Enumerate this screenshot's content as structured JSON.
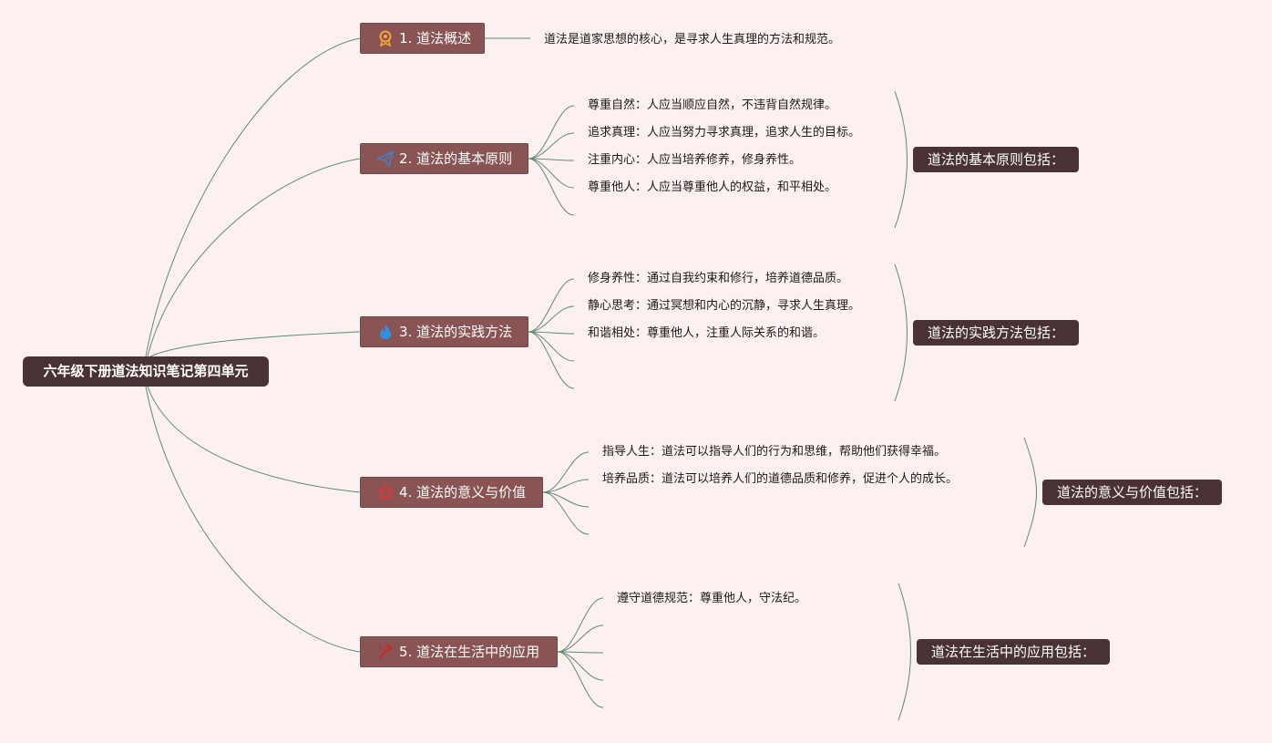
{
  "root": {
    "label": "六年级下册道法知识笔记第四单元"
  },
  "branches": [
    {
      "label": "1. 道法概述",
      "icon": "medal-icon",
      "icon_color": "#f0a830",
      "leaves": [
        "道法是道家思想的核心，是寻求人生真理的方法和规范。"
      ],
      "summary": ""
    },
    {
      "label": "2. 道法的基本原则",
      "icon": "paper-plane-icon",
      "icon_color": "#4a7fc0",
      "leaves": [
        "尊重自然：人应当顺应自然，不违背自然规律。",
        "追求真理：人应当努力寻求真理，追求人生的目标。",
        "注重内心：人应当培养修养，修身养性。",
        "尊重他人：人应当尊重他人的权益，和平相处。"
      ],
      "summary": "道法的基本原则包括："
    },
    {
      "label": "3. 道法的实践方法",
      "icon": "flame-icon",
      "icon_color": "#2f8fe0",
      "leaves": [
        "修身养性：通过自我约束和修行，培养道德品质。",
        "静心思考：通过冥想和内心的沉静，寻求人生真理。",
        "和谐相处：尊重他人，注重人际关系的和谐。"
      ],
      "summary": "道法的实践方法包括："
    },
    {
      "label": "4. 道法的意义与价值",
      "icon": "star-icon",
      "icon_color": "#d83a3a",
      "leaves": [
        "指导人生：道法可以指导人们的行为和思维，帮助他们获得幸福。",
        "培养品质：道法可以培养人们的道德品质和修养，促进个人的成长。"
      ],
      "summary": "道法的意义与价值包括："
    },
    {
      "label": "5. 道法在生活中的应用",
      "icon": "hammer-icon",
      "icon_color": "#c0302a",
      "leaves": [
        "遵守道德规范：尊重他人，守法纪。"
      ],
      "summary": "道法在生活中的应用包括："
    }
  ]
}
